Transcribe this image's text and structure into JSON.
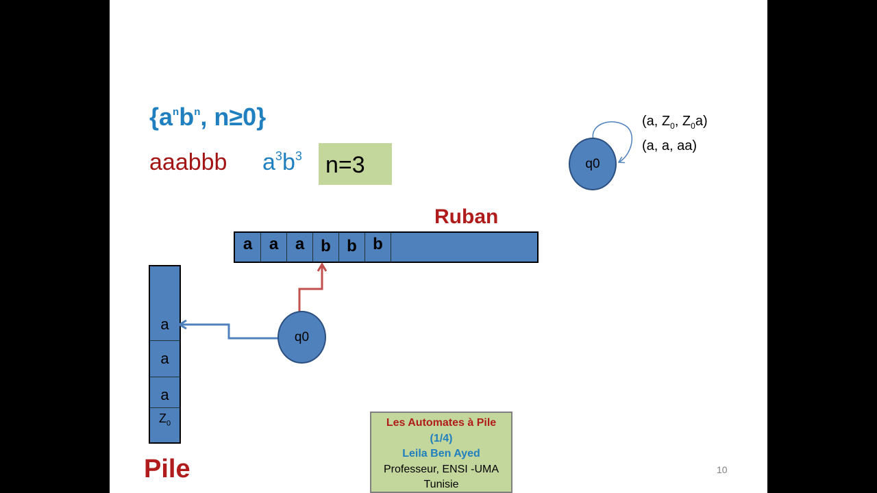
{
  "language": {
    "open": "{a",
    "exp1": "n",
    "mid": "b",
    "exp2": "n",
    "rest": ", n≥0}"
  },
  "example": {
    "word": "aaabbb",
    "power_a": "a",
    "power_a_exp": "3",
    "power_b": "b",
    "power_b_exp": "3",
    "n_value": "n=3"
  },
  "tape": {
    "label": "Ruban",
    "cells": [
      "a",
      "a",
      "a",
      "b",
      "b",
      "b"
    ]
  },
  "stack": {
    "label": "Pile",
    "cells": [
      "a",
      "a",
      "a"
    ],
    "bottom_main": "Z",
    "bottom_sub": "0"
  },
  "machine": {
    "state": "q0"
  },
  "automaton": {
    "state": "q0",
    "transitions": [
      {
        "p1": "(a, Z",
        "s1": "0",
        "p2": ", Z",
        "s2": "0",
        "p3": "a)"
      },
      {
        "text": "(a, a, aa)"
      }
    ]
  },
  "footer": {
    "line1": "Les Automates à Pile",
    "line2": "(1/4)",
    "line3": "Leila Ben Ayed",
    "line4": "Professeur, ENSI -UMA",
    "line5": "Tunisie"
  },
  "page_number": "10",
  "colors": {
    "blue_fill": "#4f81bd",
    "title_blue": "#1f7fbf",
    "red": "#b01c1c",
    "green_box": "#c3d69b"
  }
}
